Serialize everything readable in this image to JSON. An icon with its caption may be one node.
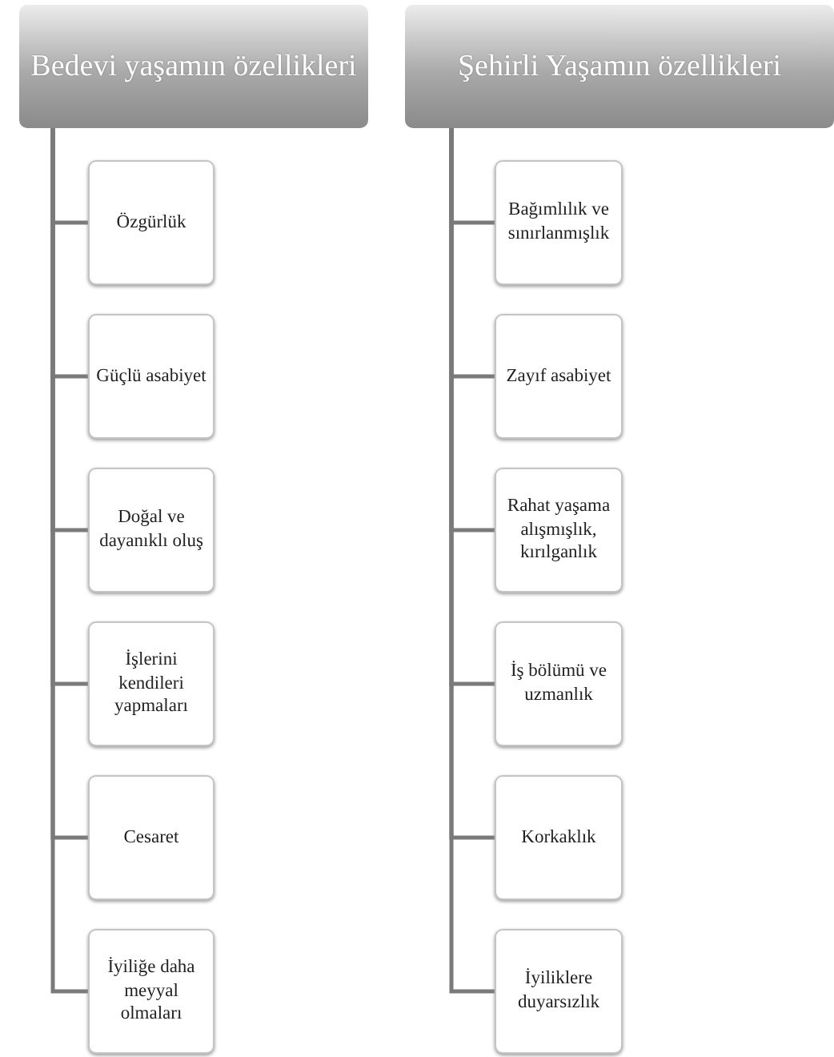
{
  "diagram": {
    "nodes": [
      {
        "text": [
          "Bedevi yaşamın özellikleri"
        ]
      },
      {
        "text": [
          "Özgürlük"
        ]
      },
      {
        "text": [
          "Güçlü asabiyet"
        ]
      },
      {
        "text": [
          "Doğal ve dayanıklı oluş"
        ]
      },
      {
        "text": [
          "İşlerini kendileri yapmaları"
        ]
      },
      {
        "text": [
          "Cesaret"
        ]
      },
      {
        "text": [
          "İyiliğe daha meyyal olmaları"
        ]
      },
      {
        "text": [
          "Şehirli Yaşamın özellikleri"
        ]
      },
      {
        "text": [
          "Bağımlılık ve sınırlanmışlık"
        ]
      },
      {
        "text": [
          "Zayıf asabiyet"
        ]
      },
      {
        "text": [
          "Rahat yaşama alışmışlık, kırılganlık"
        ]
      },
      {
        "text": [
          "İş bölümü ve uzmanlık"
        ]
      },
      {
        "text": [
          "Korkaklık"
        ]
      },
      {
        "text": [
          "İyiliklere duyarsızlık"
        ]
      }
    ],
    "edges": [
      {
        "from": 0,
        "to": 1,
        "arrow": "none"
      },
      {
        "from": 0,
        "to": 2,
        "arrow": "none"
      },
      {
        "from": 0,
        "to": 3,
        "arrow": "none"
      },
      {
        "from": 0,
        "to": 4,
        "arrow": "none"
      },
      {
        "from": 0,
        "to": 5,
        "arrow": "none"
      },
      {
        "from": 0,
        "to": 6,
        "arrow": "none"
      },
      {
        "from": 7,
        "to": 8,
        "arrow": "none"
      },
      {
        "from": 7,
        "to": 9,
        "arrow": "none"
      },
      {
        "from": 7,
        "to": 10,
        "arrow": "none"
      },
      {
        "from": 7,
        "to": 11,
        "arrow": "none"
      },
      {
        "from": 7,
        "to": 12,
        "arrow": "none"
      },
      {
        "from": 7,
        "to": 13,
        "arrow": "none"
      }
    ]
  }
}
